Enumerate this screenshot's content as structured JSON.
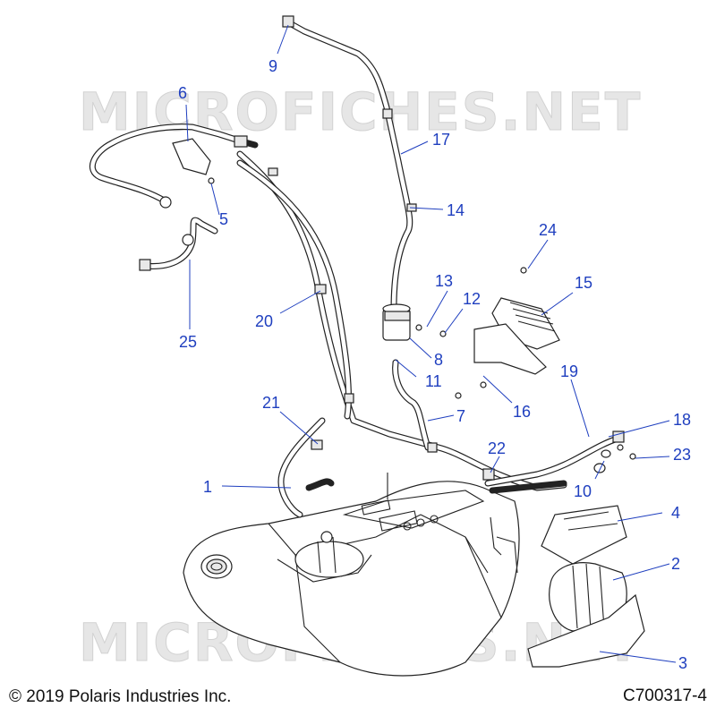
{
  "watermark": "MICROFICHES.NET",
  "copyright": "© 2019 Polaris Industries Inc.",
  "drawing_number": "C700317-4",
  "colors": {
    "callout": "#1f3fbf",
    "line": "#222222",
    "watermark": "#e6e6e6"
  },
  "callouts": {
    "c1": "1",
    "c2": "2",
    "c3": "3",
    "c4": "4",
    "c5": "5",
    "c6": "6",
    "c7": "7",
    "c8": "8",
    "c9": "9",
    "c10": "10",
    "c11": "11",
    "c12": "12",
    "c13": "13",
    "c14": "14",
    "c15": "15",
    "c16": "16",
    "c17": "17",
    "c18": "18",
    "c19": "19",
    "c20": "20",
    "c21": "21",
    "c22": "22",
    "c23": "23",
    "c24": "24",
    "c25": "25"
  }
}
